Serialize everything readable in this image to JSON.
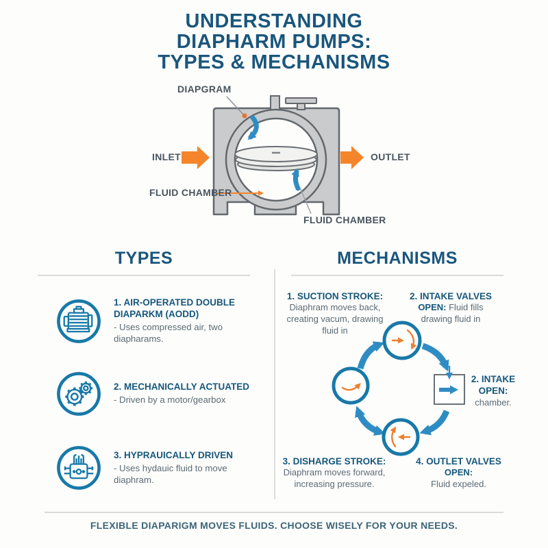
{
  "title": {
    "line1": "UNDERSTANDING",
    "line2": "DIAPHARM PUMPS:",
    "line3": "TYPES & MECHANISMS"
  },
  "pump": {
    "labels": {
      "diaphragm": "DIAPGRAM",
      "inlet": "INLET",
      "outlet": "OUTLET",
      "fluid_chamber_left": "FLUID CHAMBER",
      "fluid_chamber_right": "FLUID CHAMBER"
    }
  },
  "types": {
    "heading": "TYPES",
    "items": [
      {
        "icon": "motor-icon",
        "title": "1. AIR-OPERATED DOUBLE DIAPARKM (AODD)",
        "desc": "- Uses compressed air, two diapharams."
      },
      {
        "icon": "gears-icon",
        "title": "2. MECHANICALLY ACTUATED",
        "desc": "- Driven by a motor/gearbox"
      },
      {
        "icon": "hydraulic-icon",
        "title": "3. HYPRAUICALLY DRIVEN",
        "desc": "- Uses hydauic fluid to move diaphram."
      }
    ]
  },
  "mechanisms": {
    "heading": "MECHANISMS",
    "steps": [
      {
        "title": "1. SUCTION STROKE:",
        "desc": "Diaphram moves back, creating vacum, drawing fluid in"
      },
      {
        "title": "2. INTAKE VALVES",
        "title_cont": "OPEN:",
        "desc": "Fluid fills drawing fluid in"
      },
      {
        "title": "3. DISHARGE STROKE:",
        "desc": "Diaphram moves forward, increasing pressure."
      },
      {
        "title": "4. OUTLET VALVES",
        "title_cont": "OPEN:",
        "desc": "Fluid expeled."
      }
    ],
    "side_label": {
      "title": "2. INTAKE OPEN:",
      "desc": "chamber."
    }
  },
  "footer": {
    "text": "FLEXIBLE DIAPARIGM MOVES FLUIDS. CHOOSE WISELY FOR YOUR NEEDS."
  },
  "colors": {
    "dark_blue": "#1a567c",
    "icon_blue": "#1879a8",
    "arrow_blue": "#2f8cc3",
    "orange": "#f5852b",
    "text_gray": "#5b6a73",
    "pump_gray": "#c9cbcc",
    "footer_teal": "#3b6476"
  }
}
